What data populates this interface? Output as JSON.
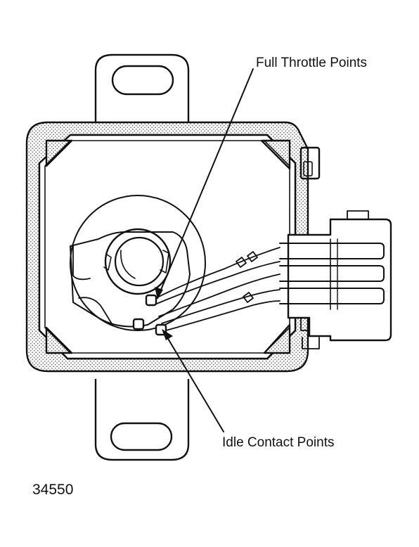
{
  "labels": {
    "full_throttle": "Full Throttle Points",
    "idle_contact": "Idle Contact Points"
  },
  "figure_number": "34550",
  "colors": {
    "ink": "#111111",
    "paper": "#ffffff",
    "stipple": "#777777"
  }
}
